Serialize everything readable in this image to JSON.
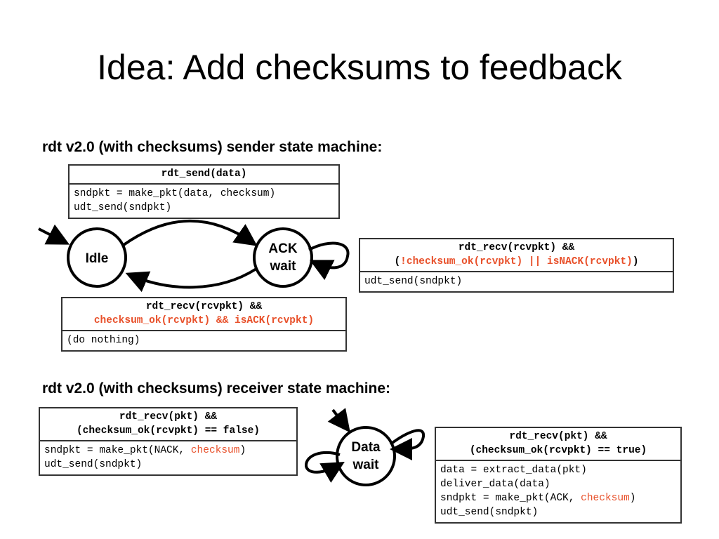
{
  "title": "Idea: Add checksums to feedback",
  "sender": {
    "heading": "rdt v2.0 (with checksums) sender state machine:",
    "states": {
      "idle": "Idle",
      "ack_line1": "ACK",
      "ack_line2": "wait"
    },
    "send_box": {
      "head": "rdt_send(data)",
      "line1": "sndpkt = make_pkt(data, checksum)",
      "line2": "udt_send(sndpkt)"
    },
    "retry_box": {
      "head1": "rdt_recv(rcvpkt) &&",
      "head2_open": "(",
      "head2_hl": "!checksum_ok(rcvpkt) || isNACK(rcvpkt)",
      "head2_close": ")",
      "action": "udt_send(sndpkt)"
    },
    "ack_box": {
      "head1": "rdt_recv(rcvpkt) &&",
      "head2_hl": "checksum_ok(rcvpkt) && isACK(rcvpkt)",
      "action": "(do nothing)"
    }
  },
  "receiver": {
    "heading": "rdt v2.0 (with checksums) receiver state machine:",
    "states": {
      "data_line1": "Data",
      "data_line2": "wait"
    },
    "bad_box": {
      "head1": "rdt_recv(pkt) &&",
      "head2": "(checksum_ok(rcvpkt) == false)",
      "line1_pre": "sndpkt = make_pkt(NACK, ",
      "line1_hl": "checksum",
      "line1_post": ")",
      "line2": "udt_send(sndpkt)"
    },
    "good_box": {
      "head1": "rdt_recv(pkt) &&",
      "head2": "(checksum_ok(rcvpkt) == true)",
      "line1": "data = extract_data(pkt)",
      "line2": "deliver_data(data)",
      "line3_pre": "sndpkt = make_pkt(ACK, ",
      "line3_hl": "checksum",
      "line3_post": ")",
      "line4": "udt_send(sndpkt)"
    }
  },
  "colors": {
    "highlight": "#e8502a",
    "border": "#333333"
  }
}
